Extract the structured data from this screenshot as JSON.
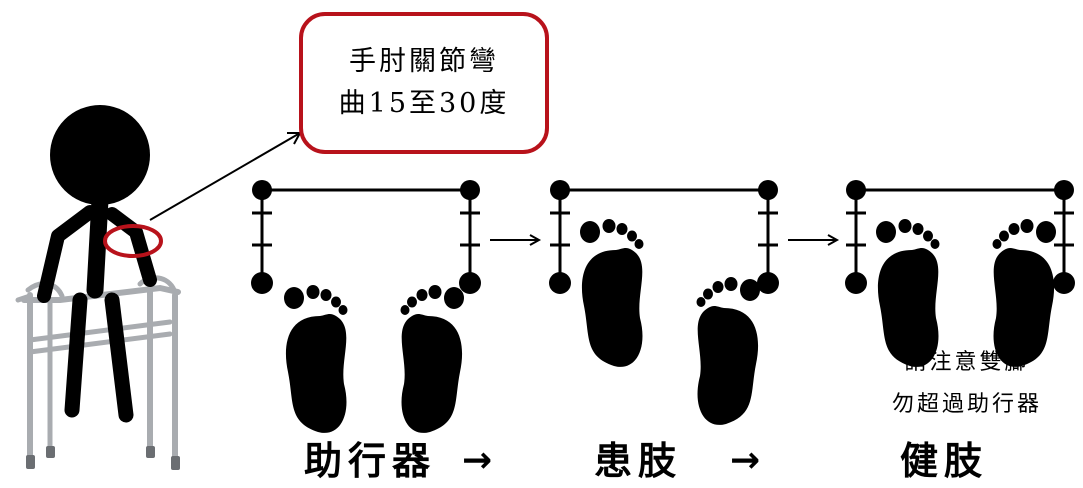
{
  "callout": {
    "line1": "手肘關節彎",
    "line2": "曲15至30度"
  },
  "warning": {
    "line1": "請注意雙腳",
    "line2": "勿超過助行器"
  },
  "sequence": {
    "step1": "助行器",
    "arrow1": "→",
    "step2": "患肢",
    "arrow2": "→",
    "step3": "健肢"
  },
  "colors": {
    "highlight": "#b8121b",
    "ink": "#000000",
    "walker_frame": "#b5b8bc"
  }
}
